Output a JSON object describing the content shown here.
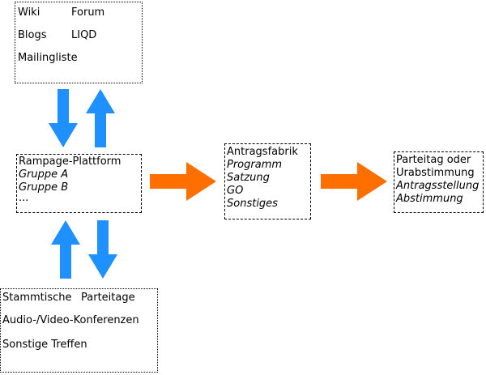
{
  "colors": {
    "blue": "#1E90FF",
    "orange": "#FF6F00",
    "border": "#000000",
    "text": "#000000",
    "background": "#FFFFFF"
  },
  "boxes": {
    "online_tools": {
      "wiki": "Wiki",
      "forum": "Forum",
      "blogs": "Blogs",
      "liqd": "LIQD",
      "mailingliste": "Mailingliste"
    },
    "platform": {
      "title": "Rampage-Plattform",
      "group_a": "Gruppe A",
      "group_b": "Gruppe B",
      "more": "..."
    },
    "offline_meetings": {
      "stammtische": "Stammtische",
      "parteitage": "Parteitage",
      "av_konferenzen": "Audio-/Video-Konferenzen",
      "sonstige_treffen": "Sonstige Treffen"
    },
    "antragsfabrik": {
      "title": "Antragsfabrik",
      "programm": "Programm",
      "satzung": "Satzung",
      "go": "GO",
      "sonstiges": "Sonstiges"
    },
    "decision": {
      "line1": "Parteitag oder",
      "line2": "Urabstimmung",
      "antragsstellung": "Antragsstellung",
      "abstimmung": "Abstimmung"
    }
  },
  "arrows": {
    "top_pair": [
      "down",
      "up"
    ],
    "bottom_pair": [
      "up",
      "down"
    ],
    "flow_pair": [
      "right",
      "right"
    ]
  }
}
